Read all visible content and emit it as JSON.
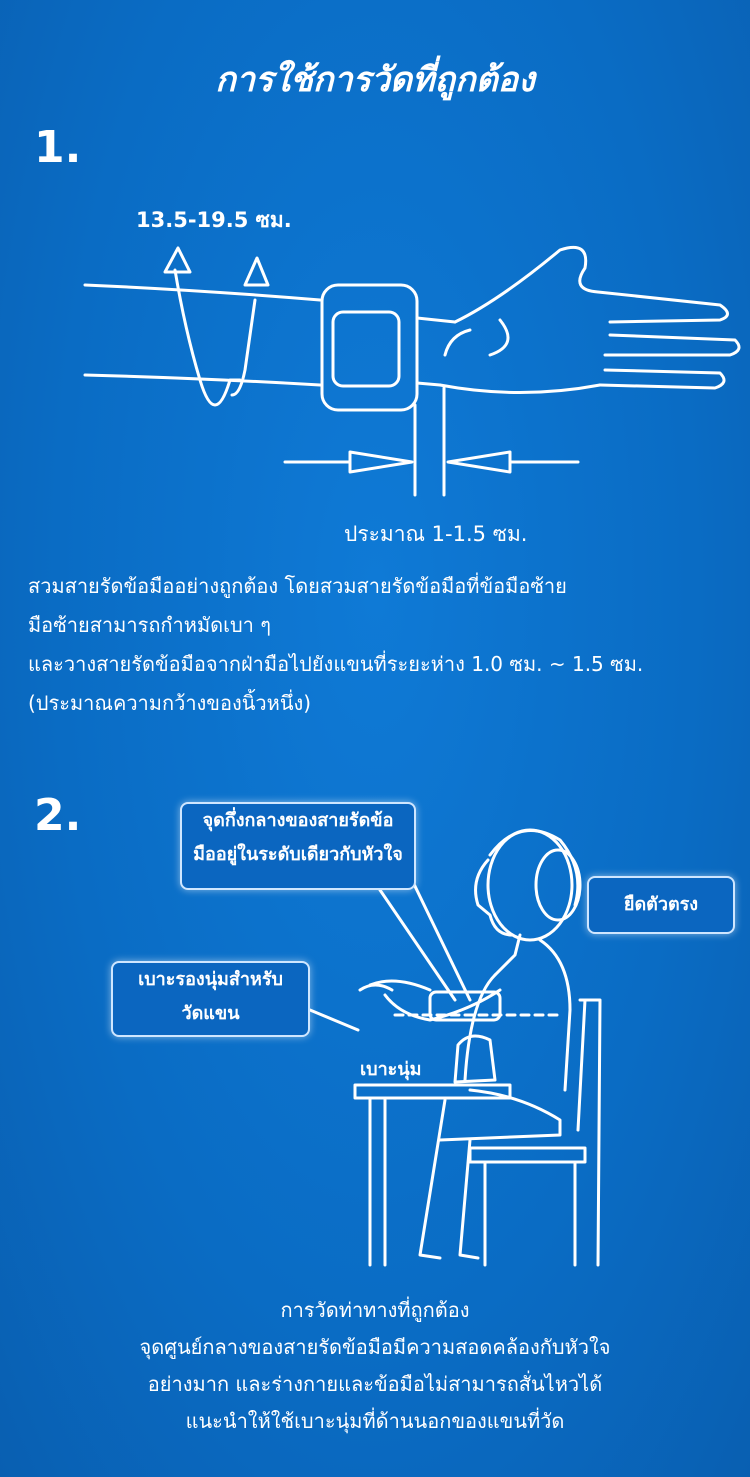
{
  "title": "การใช้การวัดที่ถูกต้อง",
  "step1": {
    "number": "1.",
    "circumference_label": "13.5-19.5 ซม.",
    "distance_label": "ประมาณ 1-1.5 ซม.",
    "instructions": [
      "สวมสายรัดข้อมืออย่างถูกต้อง โดยสวมสายรัดข้อมือที่ข้อมือซ้าย",
      "มือซ้ายสามารถกำหมัดเบา ๆ",
      "และวางสายรัดข้อมือจากฝ่ามือไปยังแขนที่ระยะห่าง 1.0 ซม. ~ 1.5 ซม.",
      "(ประมาณความกว้างของนิ้วหนึ่ง)"
    ]
  },
  "step2": {
    "number": "2.",
    "callout_center": [
      "จุดกึ่งกลางของสายรัดข้อ",
      "มืออยู่ในระดับเดียวกับหัวใจ"
    ],
    "callout_straight": "ยืดตัวตรง",
    "callout_cushion": [
      "เบาะรองนุ่มสำหรับ",
      "วัดแขน"
    ],
    "cushion_label": "เบาะนุ่ม",
    "bottom_text": [
      "การวัดท่าทางที่ถูกต้อง",
      "จุดศูนย์กลางของสายรัดข้อมือมีความสอดคล้องกับหัวใจ",
      "อย่างมาก และร่างกายและข้อมือไม่สามารถสั่นไหวได้",
      "แนะนำให้ใช้เบาะนุ่มที่ด้านนอกของแขนที่วัด"
    ]
  },
  "colors": {
    "background": "#0a6fc8",
    "line": "#ffffff",
    "callout_border": "#cfe6ff"
  }
}
